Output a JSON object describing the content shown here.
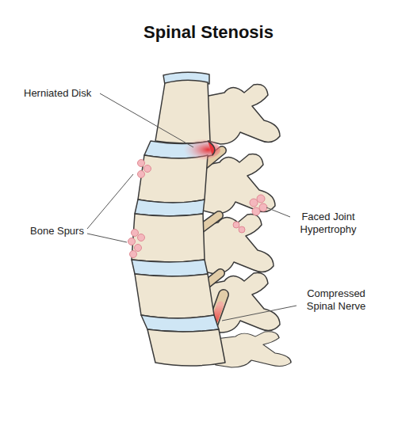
{
  "diagram": {
    "title": "Spinal Stenosis",
    "labels": [
      "Herniated Disk",
      "Bone Spurs",
      "Faced Joint Hypertrophy",
      "Compressed Spinal Nerve"
    ]
  }
}
